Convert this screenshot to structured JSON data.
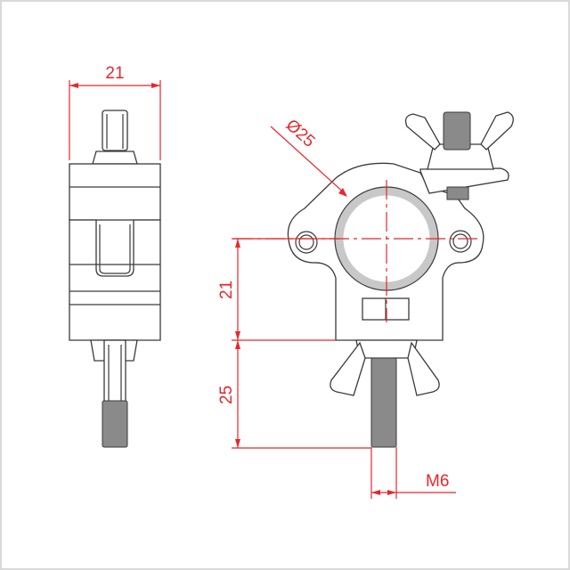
{
  "drawing": {
    "subject": "Half coupler clamp with wing nut and M6 bolt",
    "views": [
      "side-view",
      "front-view"
    ],
    "dimensions": {
      "side_width": {
        "label": "21"
      },
      "tube_diameter": {
        "symbol": "Ø",
        "value": "25",
        "label": "Ø25"
      },
      "center_to_base": {
        "label": "21"
      },
      "bolt_length": {
        "label": "25"
      },
      "thread_size": {
        "label": "M6"
      }
    },
    "colors": {
      "dimension": "#e8262b",
      "outline": "#3a3a3a",
      "tube_ring": "#c8c8c8",
      "thread_fill": "#8a8a8a",
      "frame_border": "#d9d9d9",
      "background": "#ffffff"
    }
  }
}
